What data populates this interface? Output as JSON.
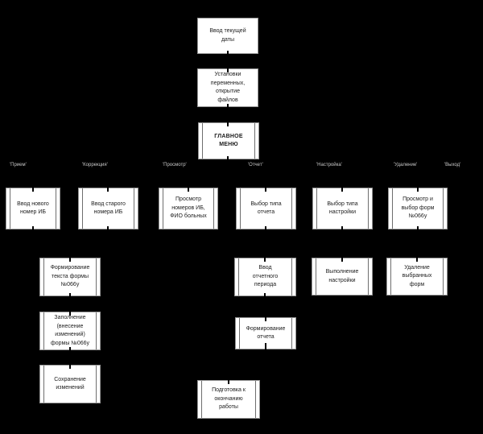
{
  "diagram": {
    "type": "program-structure-flowchart",
    "background": "#000000",
    "colors": {
      "node_fill": "#ffffff",
      "node_border": "#979797",
      "node_inner_bars": "#6e6e6e",
      "node_text": "#1c1c1c",
      "branch_label_text": "#c9c9c9"
    }
  },
  "main_flow": {
    "enter_current_date": "Ввод текущей\nдаты",
    "setup_open_files": "Установки\nпеременных,\nоткрытие\nфайлов",
    "main_menu": "ГЛАВНОЕ\nМЕНЮ"
  },
  "menu_branch_labels": [
    "'Прием'",
    "'Коррекция'",
    "'Просмотр'",
    "'Отчет'",
    "'Настройка'",
    "'Удаление'",
    "'Выход'"
  ],
  "branches": {
    "new_ib": "Ввод нового\nномер ИБ",
    "old_ib": "Ввод старого\nномера ИБ",
    "view_ib": "Просмотр\nномеров ИБ,\nФИО больных",
    "report_type": "Выбор типа\nотчета",
    "settings_type": "Выбор типа\nнастройки",
    "view_select_forms": "Просмотр и\nвыбор форм\n№066у",
    "form_text": "Формирование\nтекста формы\n№066у",
    "report_period": "Ввод\nотчетного\nпериода",
    "apply_settings": "Выполнение\nнастройки",
    "delete_forms": "Удаление\nвыбранных\nформ",
    "fill_form": "Заполнение\n(внесение\nизменений)\nформы №066у",
    "build_report": "Формирование\nотчета",
    "save_changes": "Сохранение\nизменений",
    "finish_work": "Подготовка к\nокончанию\nработы"
  }
}
